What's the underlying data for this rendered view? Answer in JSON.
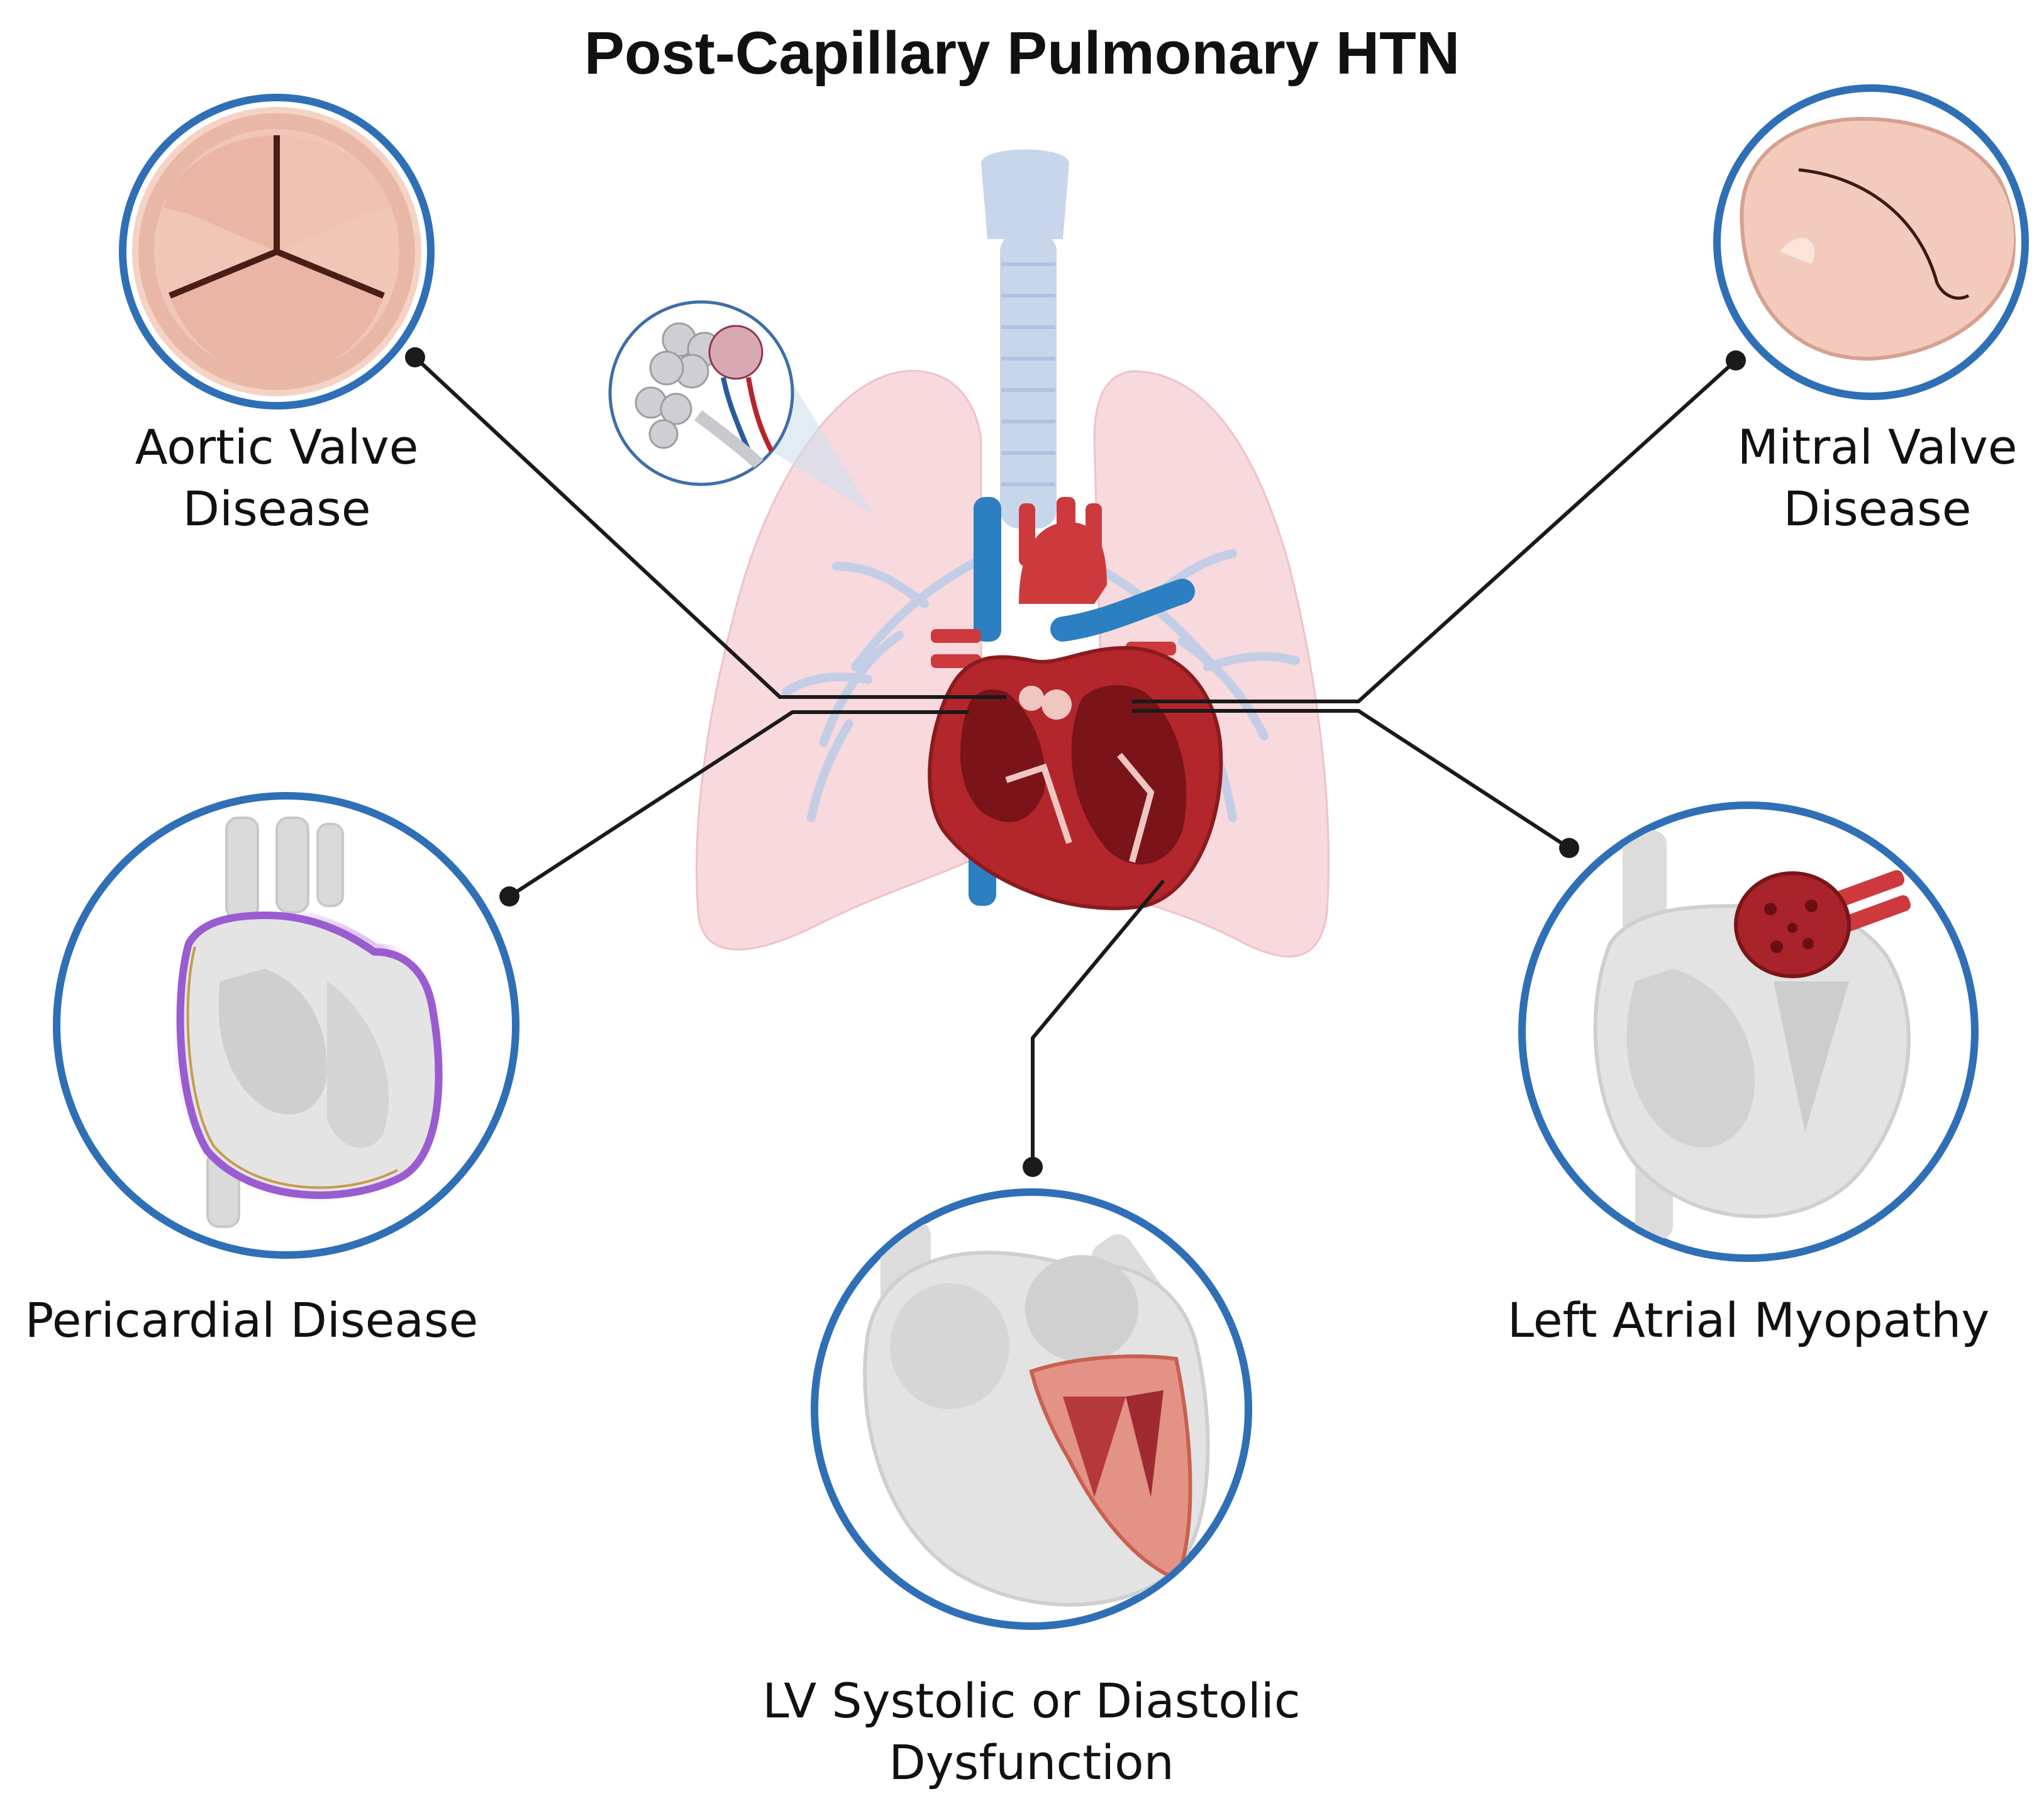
{
  "title": "Post-Capillary Pulmonary HTN",
  "nodes": {
    "aortic": {
      "line1": "Aortic Valve",
      "line2": "Disease"
    },
    "mitral": {
      "line1": "Mitral Valve",
      "line2": "Disease"
    },
    "pericardial": {
      "line1": "Pericardial Disease"
    },
    "left_atrial": {
      "line1": "Left Atrial Myopathy"
    },
    "lv": {
      "line1": "LV Systolic or Diastolic",
      "line2": "Dysfunction"
    }
  },
  "colors": {
    "ring": "#2f6fb6",
    "connector": "#1a1a1a",
    "lung": "#f7d9dc",
    "heart": "#b3262b",
    "vein": "#2c7fc1",
    "trachea": "#c8d6ec"
  }
}
